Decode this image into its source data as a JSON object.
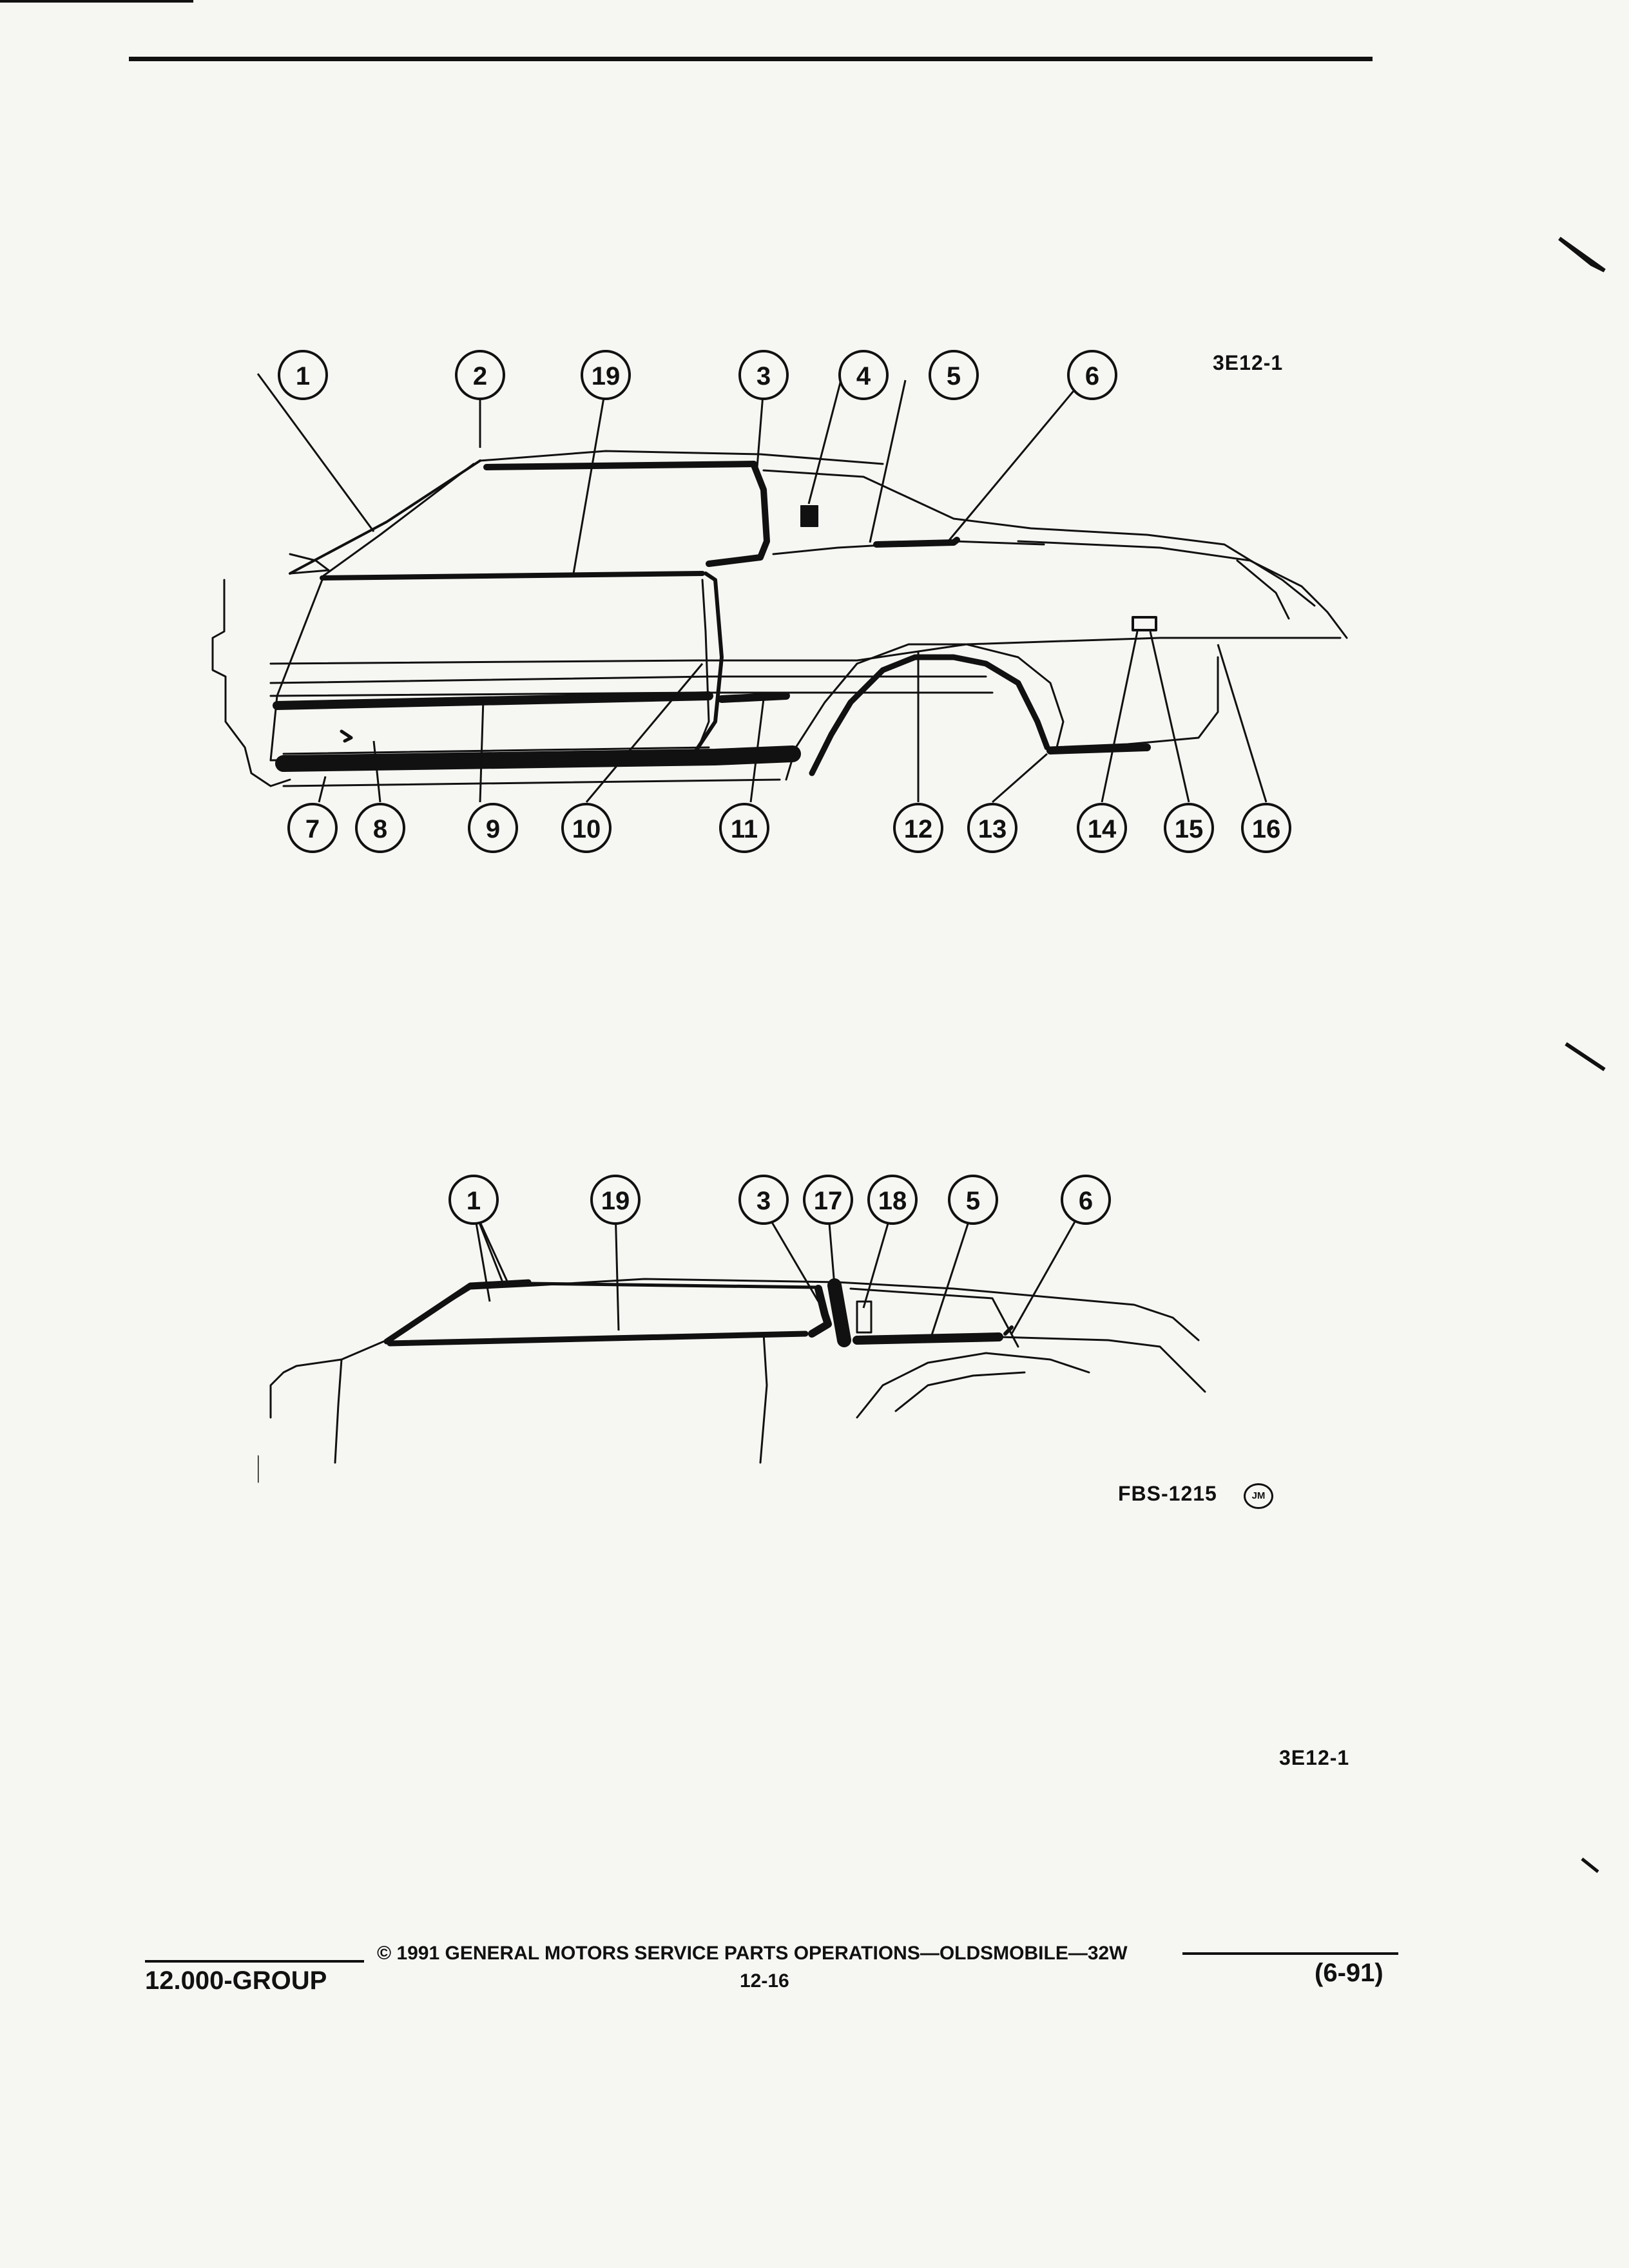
{
  "figure_ref_top": "3E12-1",
  "figure_ref_bottom": "3E12-1",
  "figure_code": "FBS-1215",
  "artist_mark": "JM",
  "diagram_top": {
    "callouts": [
      "1",
      "2",
      "19",
      "3",
      "4",
      "5",
      "6",
      "7",
      "8",
      "9",
      "10",
      "11",
      "12",
      "13",
      "14",
      "15",
      "16"
    ]
  },
  "diagram_bottom": {
    "callouts": [
      "1",
      "19",
      "3",
      "17",
      "18",
      "5",
      "6"
    ]
  },
  "footer": {
    "copyright": "© 1991 GENERAL MOTORS SERVICE PARTS OPERATIONS—OLDSMOBILE—32W",
    "group": "12.000-GROUP",
    "page": "12-16",
    "date": "(6-91)"
  }
}
